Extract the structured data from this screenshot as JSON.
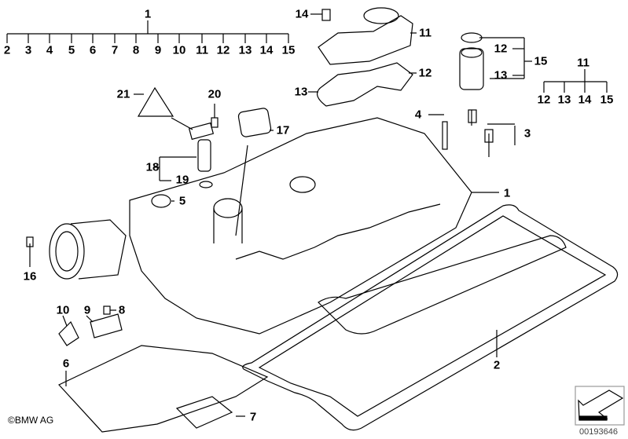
{
  "diagram": {
    "top_group": {
      "parent": "1",
      "children": [
        "2",
        "3",
        "4",
        "5",
        "6",
        "7",
        "8",
        "9",
        "10",
        "11",
        "12",
        "13",
        "14",
        "15"
      ]
    },
    "right_group": {
      "parent": "11",
      "children": [
        "12",
        "13",
        "14",
        "15"
      ]
    },
    "sleeve_group": {
      "items": [
        "12",
        "13"
      ],
      "parent": "15"
    },
    "labels": {
      "bolt_14": "14",
      "cap_11": "11",
      "gasket_12": "12",
      "gasket_13": "13",
      "label_21": "21",
      "bolt_20": "20",
      "cap_17": "17",
      "sensor_18": "18",
      "oring_19": "19",
      "plug_5": "5",
      "bolt_4": "4",
      "bolts_3": "3",
      "cover_1": "1",
      "screw_16": "16",
      "clip_10": "10",
      "bracket_9": "9",
      "screw_8": "8",
      "shield_6": "6",
      "grommet_7": "7",
      "gasket_2": "2"
    },
    "copyright": "©BMW AG",
    "diagram_number": "00193646"
  }
}
